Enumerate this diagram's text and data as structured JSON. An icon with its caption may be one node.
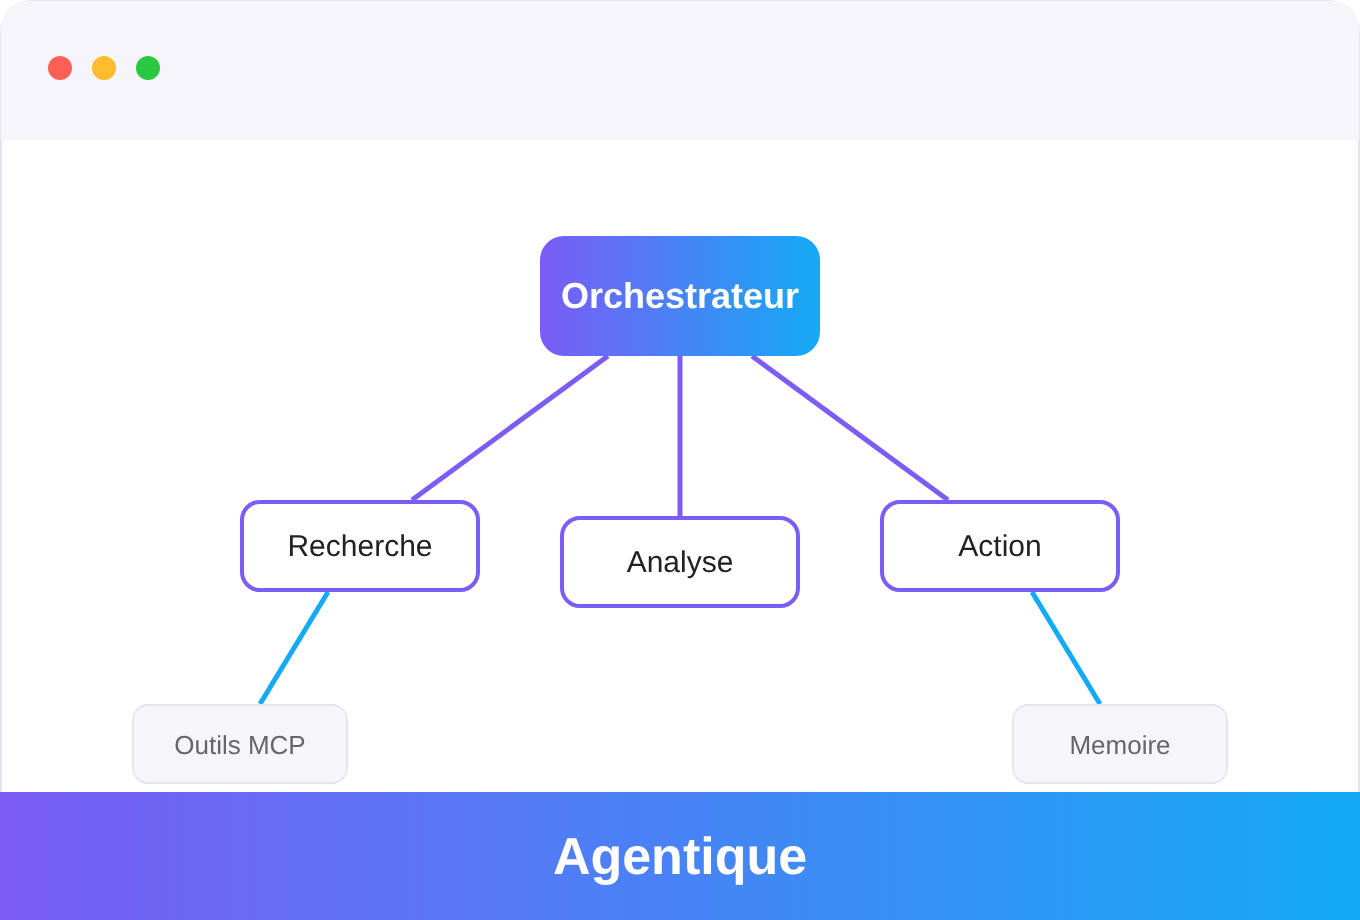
{
  "diagram": {
    "nodes": [
      {
        "text": [
          "Orchestrateur"
        ]
      },
      {
        "text": [
          "Recherche"
        ]
      },
      {
        "text": [
          "Analyse"
        ]
      },
      {
        "text": [
          "Action"
        ]
      },
      {
        "text": [
          "Outils MCP"
        ]
      },
      {
        "text": [
          "Memoire"
        ]
      },
      {
        "text": [
          "Agentique"
        ]
      }
    ],
    "edges": [
      {
        "from": 0,
        "to": 1,
        "arrow": "none"
      },
      {
        "from": 0,
        "to": 2,
        "arrow": "none"
      },
      {
        "from": 0,
        "to": 3,
        "arrow": "none"
      },
      {
        "from": 1,
        "to": 4,
        "arrow": "none",
        "color": "#14aaf5"
      },
      {
        "from": 3,
        "to": 5,
        "arrow": "none",
        "color": "#14aaf5"
      }
    ]
  }
}
